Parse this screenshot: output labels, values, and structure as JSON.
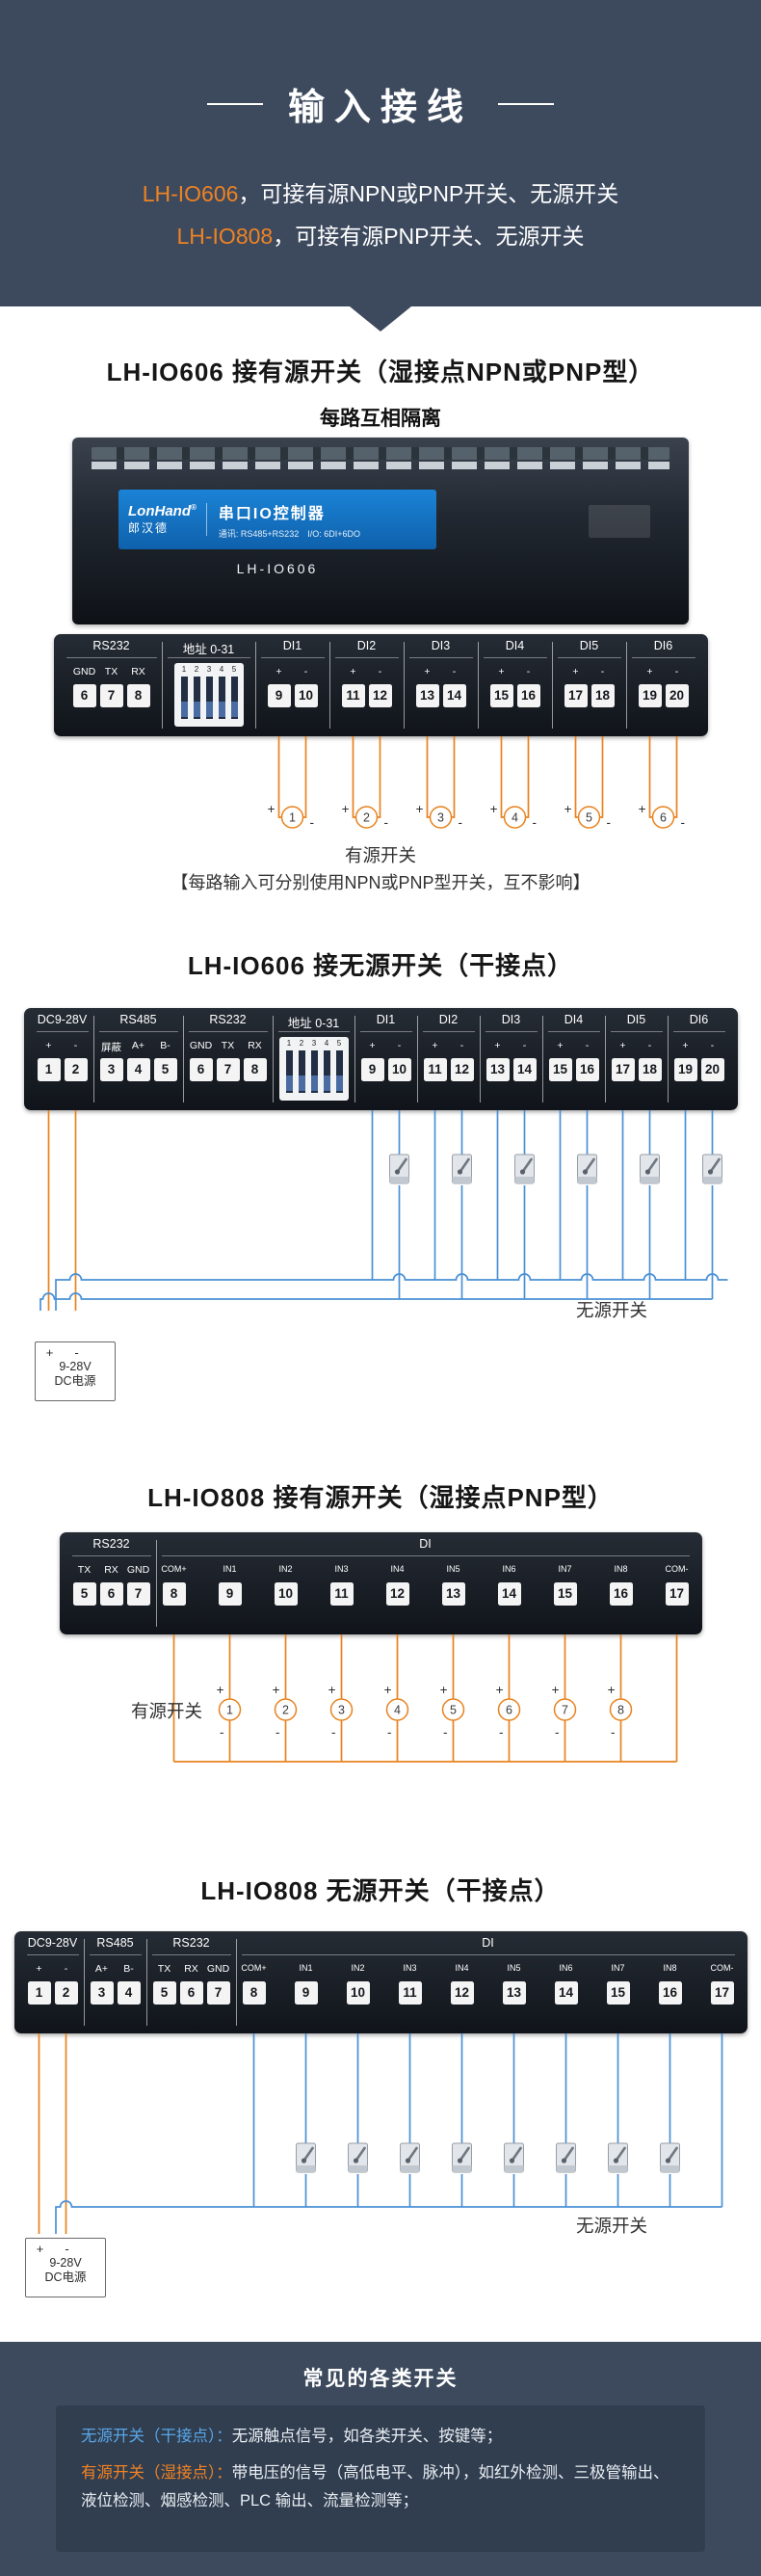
{
  "colors": {
    "banner": "#3d4a5e",
    "panel": "#313e50",
    "accent": "#ef8222",
    "wire_orange": "#e8821e",
    "wire_blue": "#4a90d5",
    "terminal": "#f4f4f4",
    "labelblue": "#58a6e8",
    "device_blue": "#1678c8"
  },
  "header": {
    "title": "输入接线",
    "lines": [
      {
        "model": "LH-IO606",
        "rest": "，可接有源NPN或PNP开关、无源开关"
      },
      {
        "model": "LH-IO808",
        "rest": "，可接有源PNP开关、无源开关"
      }
    ]
  },
  "device": {
    "brand": "LonHand",
    "reg": "®",
    "brand_cn": "郎汉德",
    "product": "串口IO控制器",
    "spec": "通讯: RS485+RS232　I/O: 6DI+6DO",
    "model": "LH-IO606"
  },
  "sections": {
    "s1": {
      "title": "LH-IO606 接有源开关（湿接点NPN或PNP型）",
      "subtitle": "每路互相隔离",
      "switch_label": "有源开关",
      "note": "【每路输入可分别使用NPN或PNP型开关，互不影响】",
      "circles": [
        "1",
        "2",
        "3",
        "4",
        "5",
        "6"
      ],
      "plus": "+",
      "minus": "-"
    },
    "s2": {
      "title": "LH-IO606 接无源开关（干接点）",
      "switch_label": "无源开关",
      "power": {
        "plus": "+",
        "minus": "-",
        "volt": "9-28V",
        "name": "DC电源"
      }
    },
    "s3": {
      "title": "LH-IO808 接有源开关（湿接点PNP型）",
      "switch_label": "有源开关",
      "circles": [
        "1",
        "2",
        "3",
        "4",
        "5",
        "6",
        "7",
        "8"
      ],
      "plus": "+",
      "minus": "-"
    },
    "s4": {
      "title": "LH-IO808 无源开关（干接点）",
      "switch_label": "无源开关",
      "power": {
        "plus": "+",
        "minus": "-",
        "volt": "9-28V",
        "name": "DC电源"
      }
    }
  },
  "strips": {
    "io606_partial": {
      "groups": [
        {
          "label": "RS232",
          "subs": [
            "GND",
            "TX",
            "RX"
          ],
          "terminals": [
            "6",
            "7",
            "8"
          ]
        },
        {
          "label": "地址 0-31",
          "dip": [
            "1",
            "2",
            "3",
            "4",
            "5"
          ]
        },
        {
          "label": "DI1",
          "subs": [
            "+",
            "-"
          ],
          "terminals": [
            "9",
            "10"
          ]
        },
        {
          "label": "DI2",
          "subs": [
            "+",
            "-"
          ],
          "terminals": [
            "11",
            "12"
          ]
        },
        {
          "label": "DI3",
          "subs": [
            "+",
            "-"
          ],
          "terminals": [
            "13",
            "14"
          ]
        },
        {
          "label": "DI4",
          "subs": [
            "+",
            "-"
          ],
          "terminals": [
            "15",
            "16"
          ]
        },
        {
          "label": "DI5",
          "subs": [
            "+",
            "-"
          ],
          "terminals": [
            "17",
            "18"
          ]
        },
        {
          "label": "DI6",
          "subs": [
            "+",
            "-"
          ],
          "terminals": [
            "19",
            "20"
          ]
        }
      ]
    },
    "io606_full": {
      "groups": [
        {
          "label": "DC9-28V",
          "subs": [
            "+",
            "-"
          ],
          "terminals": [
            "1",
            "2"
          ]
        },
        {
          "label": "RS485",
          "subs": [
            "屏蔽",
            "A+",
            "B-"
          ],
          "terminals": [
            "3",
            "4",
            "5"
          ]
        },
        {
          "label": "RS232",
          "subs": [
            "GND",
            "TX",
            "RX"
          ],
          "terminals": [
            "6",
            "7",
            "8"
          ]
        },
        {
          "label": "地址 0-31",
          "dip": [
            "1",
            "2",
            "3",
            "4",
            "5"
          ]
        },
        {
          "label": "DI1",
          "subs": [
            "+",
            "-"
          ],
          "terminals": [
            "9",
            "10"
          ]
        },
        {
          "label": "DI2",
          "subs": [
            "+",
            "-"
          ],
          "terminals": [
            "11",
            "12"
          ]
        },
        {
          "label": "DI3",
          "subs": [
            "+",
            "-"
          ],
          "terminals": [
            "13",
            "14"
          ]
        },
        {
          "label": "DI4",
          "subs": [
            "+",
            "-"
          ],
          "terminals": [
            "15",
            "16"
          ]
        },
        {
          "label": "DI5",
          "subs": [
            "+",
            "-"
          ],
          "terminals": [
            "17",
            "18"
          ]
        },
        {
          "label": "DI6",
          "subs": [
            "+",
            "-"
          ],
          "terminals": [
            "19",
            "20"
          ]
        }
      ]
    },
    "io808_partial": {
      "groups": [
        {
          "label": "RS232",
          "subs": [
            "TX",
            "RX",
            "GND"
          ],
          "terminals": [
            "5",
            "6",
            "7"
          ]
        },
        {
          "label": "DI",
          "wide": true,
          "subs": [
            "COM+",
            "IN1",
            "IN2",
            "IN3",
            "IN4",
            "IN5",
            "IN6",
            "IN7",
            "IN8",
            "COM-"
          ],
          "terminals": [
            "8",
            "9",
            "10",
            "11",
            "12",
            "13",
            "14",
            "15",
            "16",
            "17"
          ]
        }
      ]
    },
    "io808_full": {
      "groups": [
        {
          "label": "DC9-28V",
          "subs": [
            "+",
            "-"
          ],
          "terminals": [
            "1",
            "2"
          ]
        },
        {
          "label": "RS485",
          "subs": [
            "A+",
            "B-"
          ],
          "terminals": [
            "3",
            "4"
          ]
        },
        {
          "label": "RS232",
          "subs": [
            "TX",
            "RX",
            "GND"
          ],
          "terminals": [
            "5",
            "6",
            "7"
          ]
        },
        {
          "label": "DI",
          "wide": true,
          "subs": [
            "COM+",
            "IN1",
            "IN2",
            "IN3",
            "IN4",
            "IN5",
            "IN6",
            "IN7",
            "IN8",
            "COM-"
          ],
          "terminals": [
            "8",
            "9",
            "10",
            "11",
            "12",
            "13",
            "14",
            "15",
            "16",
            "17"
          ]
        }
      ]
    }
  },
  "footer": {
    "title": "常见的各类开关",
    "entries": [
      {
        "label": "无源开关（干接点）：",
        "text": "无源触点信号，如各类开关、按键等；",
        "color": "blue"
      },
      {
        "label": "有源开关（湿接点）：",
        "text": "带电压的信号（高低电平、脉冲），如红外检测、三极管输出、液位检测、烟感检测、PLC 输出、流量检测等；",
        "color": "orange"
      }
    ]
  }
}
